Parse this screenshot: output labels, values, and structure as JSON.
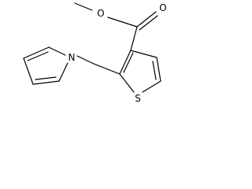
{
  "structure": {
    "atoms": {
      "carbonyl_oxygen": "O",
      "ester_oxygen": "O",
      "thiophene_sulfur": "S",
      "pyrrole_nitrogen": "N"
    }
  }
}
